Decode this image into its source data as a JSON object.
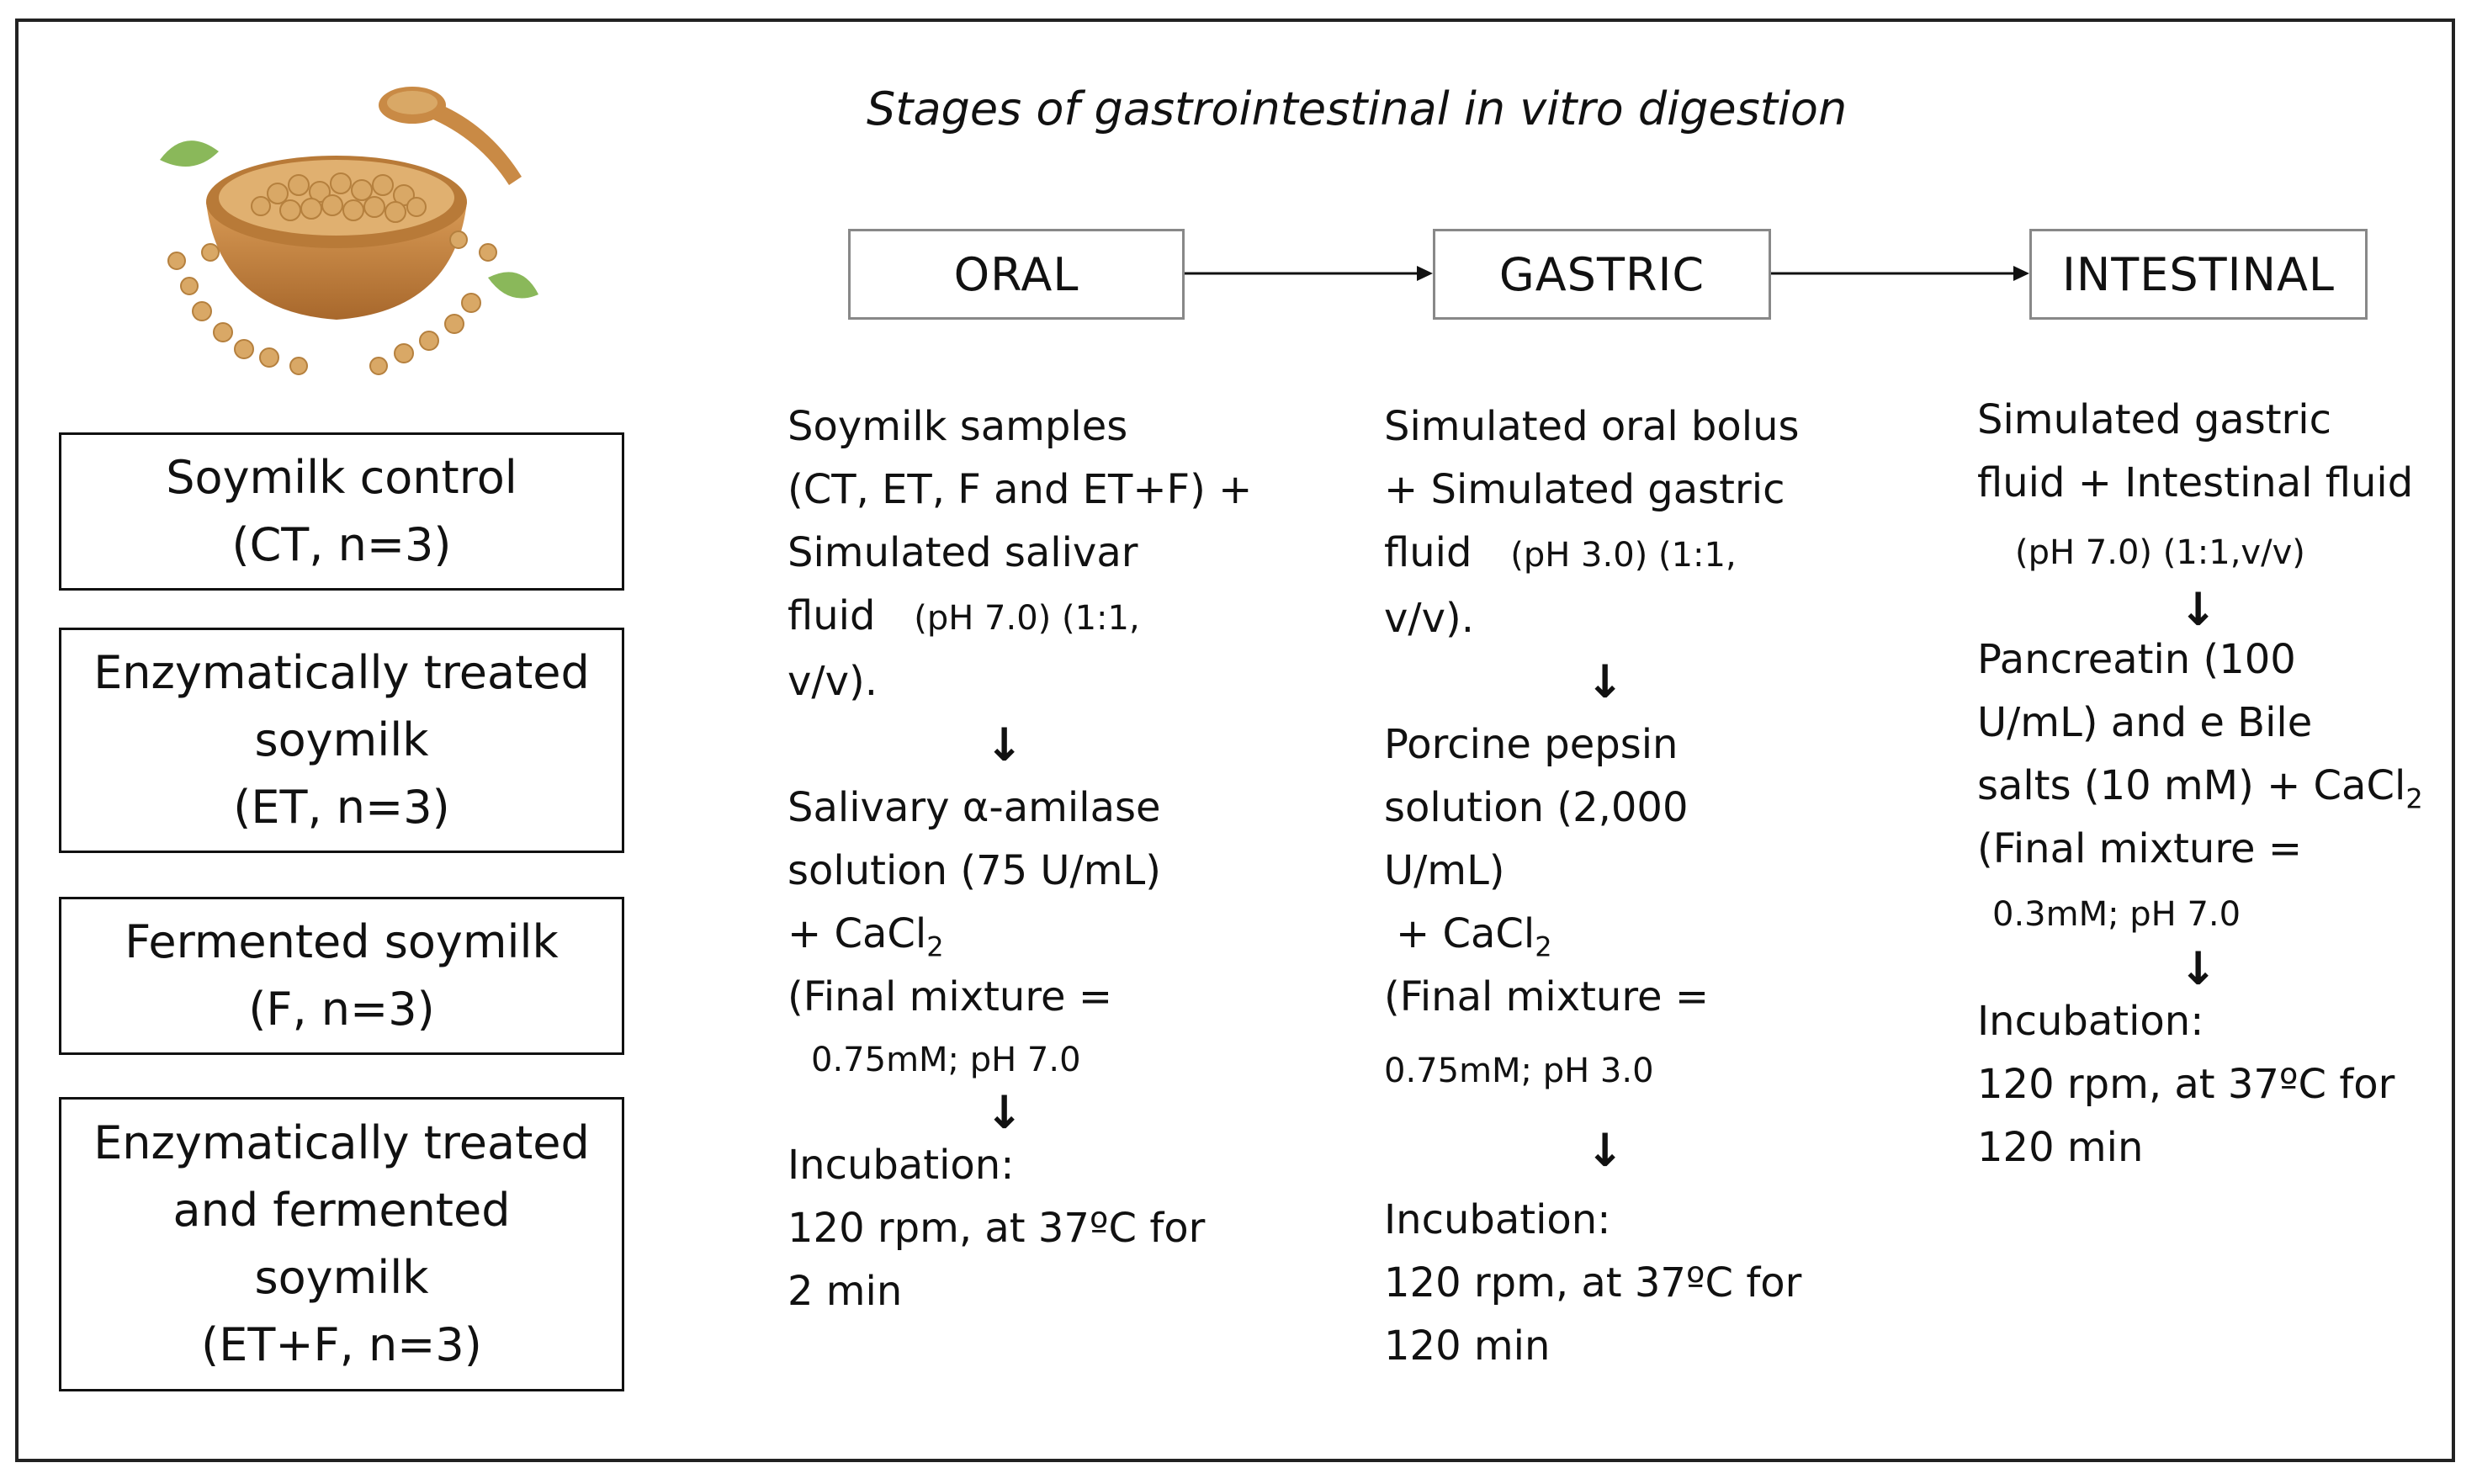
{
  "title": "Stages of gastrointestinal in vitro digestion",
  "stages": [
    "ORAL",
    "GASTRIC",
    "INTESTINAL"
  ],
  "samples": [
    [
      "Soymilk control",
      "(CT, n=3)"
    ],
    [
      "Enzymatically treated",
      "soymilk",
      "(ET, n=3)"
    ],
    [
      "Fermented soymilk",
      "(F, n=3)"
    ],
    [
      "Enzymatically treated",
      "and fermented",
      "soymilk",
      "(ET+F, n=3)"
    ]
  ],
  "oral": {
    "l1": "Soymilk samples",
    "l2": "(CT, ET, F and ET+F) +",
    "l3": "Simulated salivar",
    "l4a": "fluid",
    "l4b": "(pH 7.0) (1:1,",
    "l5": "v/v).",
    "l6": "Salivary α-amilase",
    "l7": "solution (75 U/mL)",
    "l8": "+ CaCl",
    "l8sub": "2",
    "l9": "(Final mixture =",
    "l10": "0.75mM; pH 7.0",
    "l11": "Incubation:",
    "l12": "120 rpm, at 37ºC for",
    "l13": "2 min"
  },
  "gastric": {
    "l1": "Simulated oral bolus",
    "l2": "+ Simulated gastric",
    "l3a": "fluid",
    "l3b": "(pH 3.0) (1:1,",
    "l4": "v/v).",
    "l5": "Porcine pepsin",
    "l6": "solution (2,000",
    "l7": "U/mL)",
    "l8": "+ CaCl",
    "l8sub": "2",
    "l9": "(Final mixture =",
    "l10": "0.75mM; pH 3.0",
    "l11": "Incubation:",
    "l12": "120 rpm, at 37ºC for",
    "l13": "120 min"
  },
  "intestinal": {
    "l1": "Simulated gastric",
    "l2": "fluid + Intestinal fluid",
    "l3": "(pH 7.0) (1:1,v/v)",
    "l4": "Pancreatin (100",
    "l5": "U/mL) and  e Bile",
    "l6": "salts (10 mM) + CaCl",
    "l6sub": "2",
    "l7": "(Final mixture =",
    "l8": "0.3mM; pH 7.0",
    "l9": "Incubation:",
    "l10": "120 rpm, at 37ºC for",
    "l11": "120 min"
  },
  "arrow_glyph": "↓",
  "colors": {
    "bowl": "#c98a45",
    "soybean": "#d9a866",
    "leaf": "#8ab85a",
    "stage_border": "#888888"
  }
}
